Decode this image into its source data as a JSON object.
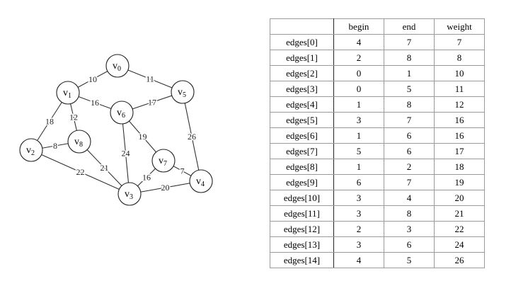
{
  "graph": {
    "nodes": [
      {
        "id": "v0",
        "label": "v",
        "sub": "0"
      },
      {
        "id": "v1",
        "label": "v",
        "sub": "1"
      },
      {
        "id": "v2",
        "label": "v",
        "sub": "2"
      },
      {
        "id": "v3",
        "label": "v",
        "sub": "3"
      },
      {
        "id": "v4",
        "label": "v",
        "sub": "4"
      },
      {
        "id": "v5",
        "label": "v",
        "sub": "5"
      },
      {
        "id": "v6",
        "label": "v",
        "sub": "6"
      },
      {
        "id": "v7",
        "label": "v",
        "sub": "7"
      },
      {
        "id": "v8",
        "label": "v",
        "sub": "8"
      }
    ],
    "edges": [
      {
        "from": "v0",
        "to": "v1",
        "weight": "10"
      },
      {
        "from": "v0",
        "to": "v5",
        "weight": "11"
      },
      {
        "from": "v1",
        "to": "v8",
        "weight": "12"
      },
      {
        "from": "v1",
        "to": "v6",
        "weight": "16"
      },
      {
        "from": "v1",
        "to": "v2",
        "weight": "18"
      },
      {
        "from": "v6",
        "to": "v5",
        "weight": "17"
      },
      {
        "from": "v6",
        "to": "v7",
        "weight": "19"
      },
      {
        "from": "v6",
        "to": "v3",
        "weight": "24"
      },
      {
        "from": "v5",
        "to": "v4",
        "weight": "26"
      },
      {
        "from": "v2",
        "to": "v8",
        "weight": "8"
      },
      {
        "from": "v2",
        "to": "v3",
        "weight": "22"
      },
      {
        "from": "v8",
        "to": "v3",
        "weight": "21"
      },
      {
        "from": "v7",
        "to": "v4",
        "weight": "7"
      },
      {
        "from": "v7",
        "to": "v3",
        "weight": "16"
      },
      {
        "from": "v3",
        "to": "v4",
        "weight": "20"
      }
    ]
  },
  "table": {
    "headers": [
      "",
      "begin",
      "end",
      "weight"
    ],
    "rows": [
      [
        "edges[0]",
        "4",
        "7",
        "7"
      ],
      [
        "edges[1]",
        "2",
        "8",
        "8"
      ],
      [
        "edges[2]",
        "0",
        "1",
        "10"
      ],
      [
        "edges[3]",
        "0",
        "5",
        "11"
      ],
      [
        "edges[4]",
        "1",
        "8",
        "12"
      ],
      [
        "edges[5]",
        "3",
        "7",
        "16"
      ],
      [
        "edges[6]",
        "1",
        "6",
        "16"
      ],
      [
        "edges[7]",
        "5",
        "6",
        "17"
      ],
      [
        "edges[8]",
        "1",
        "2",
        "18"
      ],
      [
        "edges[9]",
        "6",
        "7",
        "19"
      ],
      [
        "edges[10]",
        "3",
        "4",
        "20"
      ],
      [
        "edges[11]",
        "3",
        "8",
        "21"
      ],
      [
        "edges[12]",
        "2",
        "3",
        "22"
      ],
      [
        "edges[13]",
        "3",
        "6",
        "24"
      ],
      [
        "edges[14]",
        "4",
        "5",
        "26"
      ]
    ]
  }
}
